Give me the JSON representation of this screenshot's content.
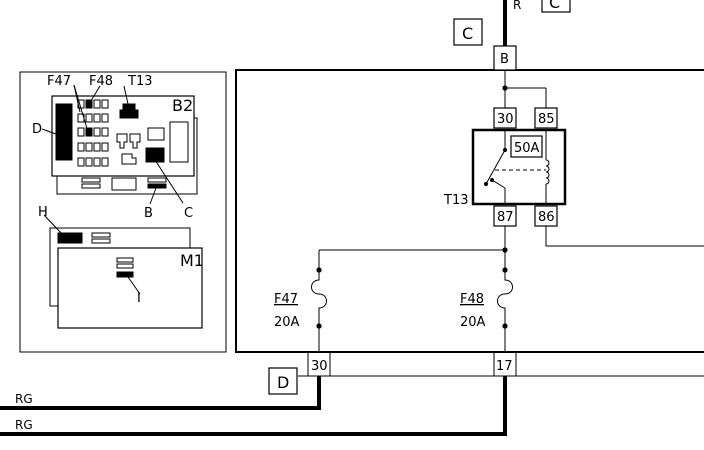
{
  "connectors": {
    "top": "C",
    "top_right": "C",
    "bottom": "D"
  },
  "pins": {
    "input": "B",
    "relay_30": "30",
    "relay_85": "85",
    "relay_87": "87",
    "relay_86": "86",
    "out_30": "30",
    "out_17": "17"
  },
  "wires": {
    "top": "R",
    "bottom_1": "RG",
    "bottom_2": "RG"
  },
  "relay": {
    "name": "T13",
    "rating": "50A"
  },
  "fuses": [
    {
      "name": "F47",
      "rating": "20A"
    },
    {
      "name": "F48",
      "rating": "20A"
    }
  ],
  "locator": {
    "f47": "F47",
    "f48": "F48",
    "t13": "T13",
    "b2": "B2",
    "d": "D",
    "b": "B",
    "c": "C",
    "h": "H",
    "m1": "M1",
    "i": "I"
  }
}
